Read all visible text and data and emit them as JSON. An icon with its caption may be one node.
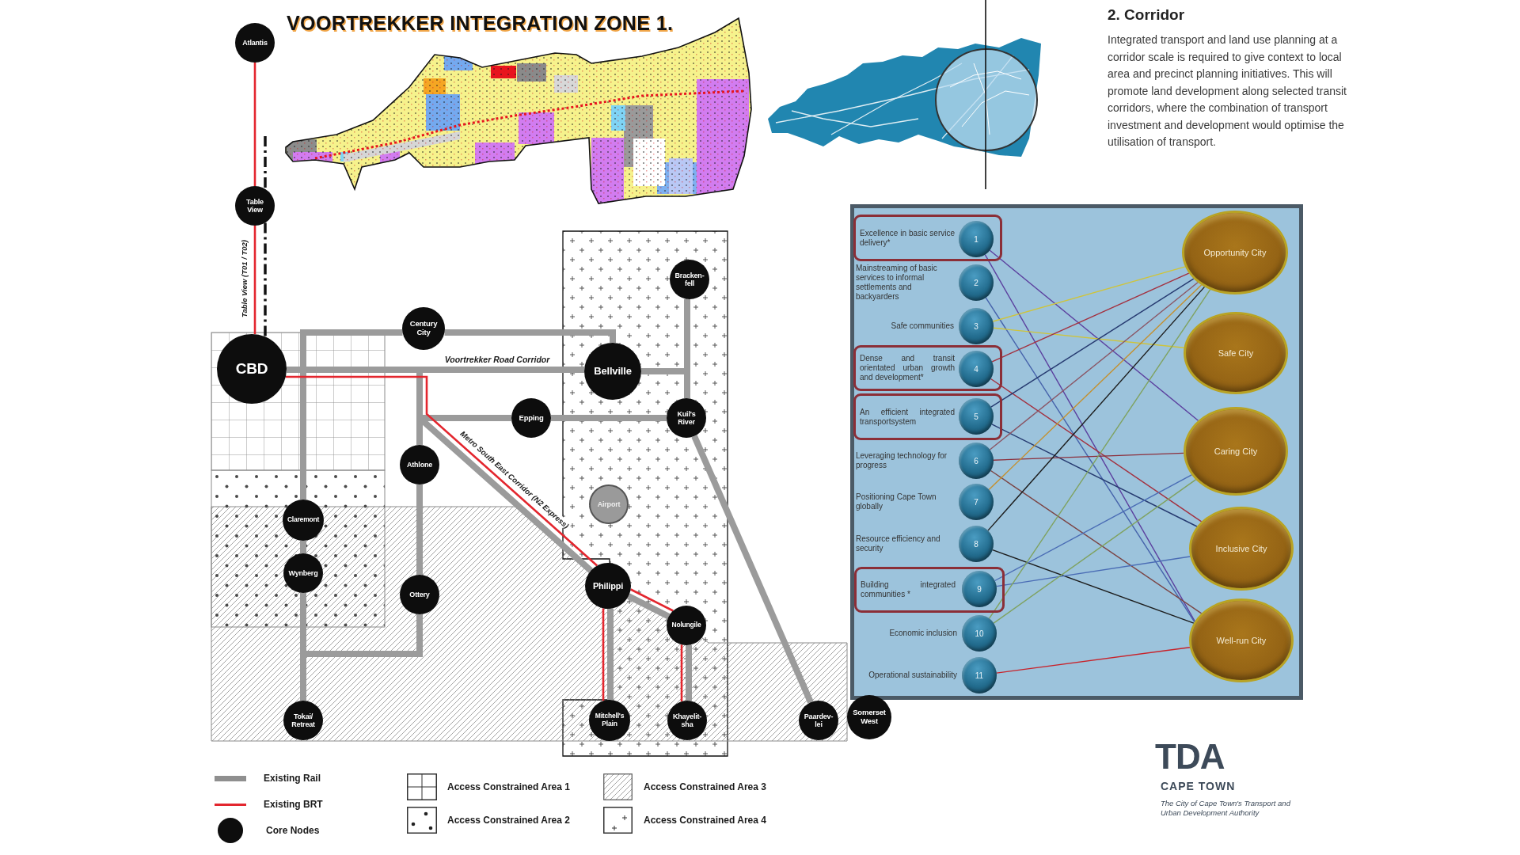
{
  "diagram": {
    "title": "VOORTREKKER INTEGRATION ZONE 1.",
    "nodes": [
      {
        "text": [
          "Atlantis"
        ]
      },
      {
        "text": [
          "Table View"
        ]
      },
      {
        "text": [
          "Century City"
        ]
      },
      {
        "text": [
          "Bracken- fell"
        ]
      },
      {
        "text": [
          "CBD"
        ]
      },
      {
        "text": [
          "Bellville"
        ]
      },
      {
        "text": [
          "Epping"
        ]
      },
      {
        "text": [
          "Kuil's River"
        ]
      },
      {
        "text": [
          "Athlone"
        ]
      },
      {
        "text": [
          "Claremont"
        ]
      },
      {
        "text": [
          "Airport"
        ]
      },
      {
        "text": [
          "Wynberg"
        ]
      },
      {
        "text": [
          "Philippi"
        ]
      },
      {
        "text": [
          "Ottery"
        ]
      },
      {
        "text": [
          "Nolungile"
        ]
      },
      {
        "text": [
          "Tokai/ Retreat"
        ]
      },
      {
        "text": [
          "Mitchell's Plain"
        ]
      },
      {
        "text": [
          "Khayelit- sha"
        ]
      },
      {
        "text": [
          "Paardev- lei"
        ]
      },
      {
        "text": [
          "Somerset West"
        ]
      },
      {
        "text": [
          "Excellence in basic service delivery*"
        ]
      },
      {
        "text": [
          "1"
        ],
        "in": 20
      },
      {
        "text": [
          "2"
        ],
        "beside": [
          "Mainstreaming of basic services to informal settlements and backyarders"
        ]
      },
      {
        "text": [
          "3"
        ],
        "beside": [
          "Safe communities"
        ]
      },
      {
        "text": [
          "Dense and transit orientated urban growth and development*"
        ]
      },
      {
        "text": [
          "4"
        ],
        "in": 24
      },
      {
        "text": [
          "An efficient integrated transportsystem"
        ]
      },
      {
        "text": [
          "5"
        ],
        "in": 26
      },
      {
        "text": [
          "6"
        ],
        "beside": [
          "Leveraging technology for progress"
        ]
      },
      {
        "text": [
          "7"
        ],
        "beside": [
          "Positioning Cape Town globally"
        ]
      },
      {
        "text": [
          "8"
        ],
        "beside": [
          "Resource efficiency and security"
        ]
      },
      {
        "text": [
          "Building integrated communities *"
        ]
      },
      {
        "text": [
          "9"
        ],
        "in": 31
      },
      {
        "text": [
          "10"
        ],
        "beside": [
          "Economic inclusion"
        ]
      },
      {
        "text": [
          "11"
        ],
        "beside": [
          "Operational sustainability"
        ]
      },
      {
        "text": [
          "Opportunity City"
        ]
      },
      {
        "text": [
          "Safe City"
        ]
      },
      {
        "text": [
          "Caring City"
        ]
      },
      {
        "text": [
          "Inclusive City"
        ]
      },
      {
        "text": [
          "Well-run City"
        ]
      }
    ],
    "edges": [
      {
        "from": 0,
        "to": 1,
        "arrow": "none",
        "color": "#e3262e"
      },
      {
        "from": 1,
        "to": 4,
        "arrow": "none",
        "color": "#e3262e",
        "label": "Table View (T01 / T02)"
      },
      {
        "from": null,
        "to": 1,
        "arrow": "none",
        "style": "dashed",
        "color": "#111111"
      },
      {
        "from": 1,
        "to": 4,
        "arrow": "none",
        "style": "dashed",
        "color": "#111111"
      },
      {
        "from": 4,
        "to": 5,
        "arrow": "none",
        "style": "thick",
        "color": "#9b9b9b",
        "label": "Voortrekker Road Corridor"
      },
      {
        "from": 2,
        "to": 9,
        "arrow": "none",
        "style": "thick",
        "color": "#9b9b9b"
      },
      {
        "from": 2,
        "to": 5,
        "arrow": "none",
        "style": "thick",
        "color": "#9b9b9b"
      },
      {
        "from": 5,
        "to": 3,
        "arrow": "none",
        "style": "thick",
        "color": "#9b9b9b"
      },
      {
        "from": 5,
        "to": 7,
        "arrow": "none",
        "style": "thick",
        "color": "#9b9b9b"
      },
      {
        "from": 4,
        "to": 6,
        "arrow": "none",
        "style": "thick",
        "color": "#9b9b9b"
      },
      {
        "from": 6,
        "to": 7,
        "arrow": "none",
        "style": "thick",
        "color": "#9b9b9b"
      },
      {
        "from": 4,
        "to": 8,
        "arrow": "none",
        "style": "thick",
        "color": "#9b9b9b"
      },
      {
        "from": 8,
        "to": 13,
        "arrow": "none",
        "style": "thick",
        "color": "#9b9b9b"
      },
      {
        "from": 13,
        "to": 15,
        "arrow": "none",
        "style": "thick",
        "color": "#9b9b9b"
      },
      {
        "from": 9,
        "to": 11,
        "arrow": "none",
        "style": "thick",
        "color": "#9b9b9b"
      },
      {
        "from": 11,
        "to": 15,
        "arrow": "none",
        "style": "thick",
        "color": "#9b9b9b"
      },
      {
        "from": 4,
        "to": 12,
        "arrow": "none",
        "style": "thick",
        "color": "#9b9b9b"
      },
      {
        "from": 4,
        "to": 12,
        "arrow": "none",
        "color": "#e3262e",
        "label": "Metro South East Corridor (N2 Express)"
      },
      {
        "from": 12,
        "to": 14,
        "arrow": "none",
        "style": "thick",
        "color": "#9b9b9b"
      },
      {
        "from": 12,
        "to": 14,
        "arrow": "none",
        "color": "#e3262e"
      },
      {
        "from": 12,
        "to": 16,
        "arrow": "none",
        "style": "thick",
        "color": "#9b9b9b"
      },
      {
        "from": 12,
        "to": 16,
        "arrow": "none",
        "color": "#e3262e"
      },
      {
        "from": 14,
        "to": 17,
        "arrow": "none",
        "style": "thick",
        "color": "#9b9b9b"
      },
      {
        "from": 14,
        "to": 17,
        "arrow": "none",
        "color": "#e3262e"
      },
      {
        "from": 7,
        "to": 18,
        "arrow": "none",
        "style": "thick",
        "color": "#9b9b9b"
      },
      {
        "from": 21,
        "to": 37,
        "arrow": "none",
        "color": "#5b3f9e"
      },
      {
        "from": 21,
        "to": 39,
        "arrow": "none",
        "color": "#5b3f9e"
      },
      {
        "from": 22,
        "to": 39,
        "arrow": "none",
        "color": "#4562aa"
      },
      {
        "from": 23,
        "to": 35,
        "arrow": "none",
        "color": "#cfc43a"
      },
      {
        "from": 23,
        "to": 36,
        "arrow": "none",
        "color": "#cfc43a"
      },
      {
        "from": 25,
        "to": 35,
        "arrow": "none",
        "color": "#a3303f"
      },
      {
        "from": 25,
        "to": 38,
        "arrow": "none",
        "color": "#a3303f"
      },
      {
        "from": 27,
        "to": 35,
        "arrow": "none",
        "color": "#263a70"
      },
      {
        "from": 27,
        "to": 38,
        "arrow": "none",
        "color": "#263a70"
      },
      {
        "from": 28,
        "to": 35,
        "arrow": "none",
        "color": "#8a5565"
      },
      {
        "from": 28,
        "to": 37,
        "arrow": "none",
        "color": "#8c2f3c"
      },
      {
        "from": 28,
        "to": 39,
        "arrow": "none",
        "color": "#7b4343"
      },
      {
        "from": 29,
        "to": 35,
        "arrow": "none",
        "color": "#c4902e"
      },
      {
        "from": 30,
        "to": 35,
        "arrow": "none",
        "color": "#1c1c1c"
      },
      {
        "from": 30,
        "to": 39,
        "arrow": "none",
        "color": "#1c1c1c"
      },
      {
        "from": 32,
        "to": 37,
        "arrow": "none",
        "color": "#4a6cb5"
      },
      {
        "from": 32,
        "to": 38,
        "arrow": "none",
        "color": "#4a6cb5"
      },
      {
        "from": 33,
        "to": 35,
        "arrow": "none",
        "color": "#7fa25f"
      },
      {
        "from": 33,
        "to": 37,
        "arrow": "none",
        "color": "#7fa25f"
      },
      {
        "from": 34,
        "to": 39,
        "arrow": "none",
        "color": "#c8222a"
      }
    ],
    "labels": [
      "2. Corridor",
      "Integrated transport and land use planning at a corridor scale is required to give context to local area and precinct planning initiatives. This will promote land development along selected transit corridors, where the combination of transport investment and development would optimise the utilisation of transport.",
      "TDA",
      "CAPE TOWN",
      "The City of Cape Town's Transport and Urban Development Authority"
    ],
    "legend": [
      {
        "text": "Existing Rail"
      },
      {
        "text": "Existing BRT"
      },
      {
        "text": "Core Nodes"
      },
      {
        "text": "Access Constrained Area 1"
      },
      {
        "text": "Access Constrained Area 2"
      },
      {
        "text": "Access Constrained Area 3"
      },
      {
        "text": "Access Constrained Area 4"
      }
    ]
  }
}
